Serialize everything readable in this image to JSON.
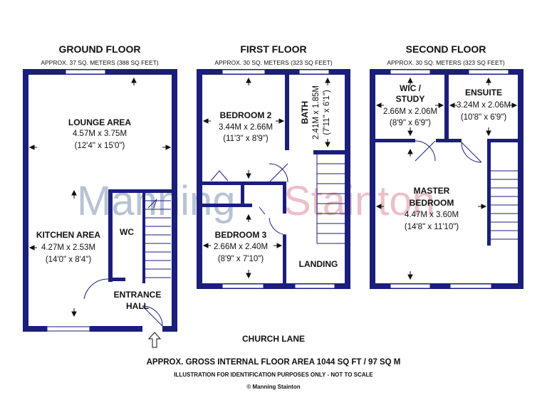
{
  "floors": {
    "ground": {
      "title": "GROUND FLOOR",
      "area": "APPROX. 37 SQ. METERS (388 SQ FEET)",
      "rooms": [
        {
          "name": "LOUNGE AREA",
          "size_m": "4.57M x 3.75M",
          "size_ft": "(12'4\" x 15'0\")"
        },
        {
          "name": "KITCHEN AREA",
          "size_m": "4.27M x 2.53M",
          "size_ft": "(14'0\" x 8'4\")"
        },
        {
          "name": "WC"
        },
        {
          "name_line1": "ENTRANCE",
          "name_line2": "HALL"
        }
      ]
    },
    "first": {
      "title": "FIRST FLOOR",
      "area": "APPROX. 30 SQ. METERS (323 SQ FEET)",
      "rooms": [
        {
          "name": "BEDROOM 2",
          "size_m": "3.44M x 2.66M",
          "size_ft": "(11'3\" x 8'9\")"
        },
        {
          "name": "BATH",
          "size_m": "2.41M x 1.85M",
          "size_ft": "(7'11\" x 6'1\")"
        },
        {
          "name": "BEDROOM 3",
          "size_m": "2.66M x 2.40M",
          "size_ft": "(8'9\" x 7'10\")"
        },
        {
          "name": "LANDING"
        }
      ]
    },
    "second": {
      "title": "SECOND FLOOR",
      "area": "APPROX. 30 SQ. METERS (323 SQ FEET)",
      "rooms": [
        {
          "name_line1": "WIC /",
          "name_line2": "STUDY",
          "size_m": "2.66M x 2.06M",
          "size_ft": "(8'9\" x 6'9\")"
        },
        {
          "name": "ENSUITE",
          "size_m": "3.24M x 2.06M",
          "size_ft": "(10'8\" x 6'9\")"
        },
        {
          "name_line1": "MASTER",
          "name_line2": "BEDROOM",
          "size_m": "4.47M x 3.60M",
          "size_ft": "(14'8\" x 11'10\")"
        }
      ]
    }
  },
  "street": "CHURCH LANE",
  "watermark": {
    "part1": "Manning",
    "part2": "Stainton",
    "color1": "#9fb0c8",
    "color2": "#e8aab8"
  },
  "footer": {
    "gross_area": "APPROX. GROSS INTERNAL FLOOR AREA 1044 SQ FT / 97 SQ M",
    "disclaimer": "ILLUSTRATION FOR IDENTIFICATION PURPOSES ONLY - NOT TO SCALE",
    "copyright": "© Manning Stainton"
  },
  "colors": {
    "wall": "#1b1e7a",
    "text": "#111111"
  }
}
